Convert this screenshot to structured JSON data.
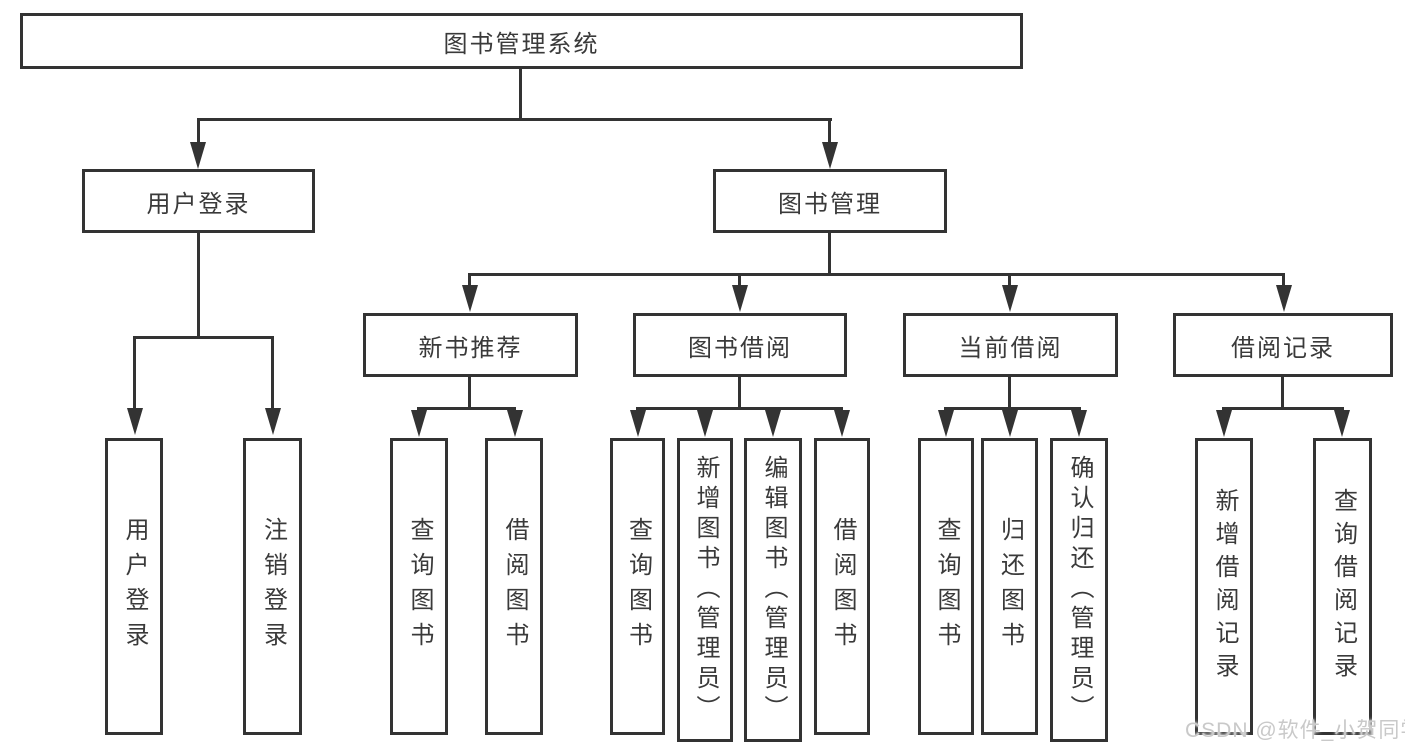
{
  "nodes": {
    "root": "图书管理系统",
    "l2": [
      "用户登录",
      "图书管理"
    ],
    "l3": [
      "新书推荐",
      "图书借阅",
      "当前借阅",
      "借阅记录"
    ],
    "leaves": [
      "用户登录",
      "注销登录",
      "查询图书",
      "借阅图书",
      "查询图书",
      "新增图书（管理员）",
      "编辑图书（管理员）",
      "借阅图书",
      "查询图书",
      "归还图书",
      "确认归还（管理员）",
      "新增借阅记录",
      "查询借阅记录"
    ]
  },
  "colors": {
    "line": "#333333",
    "text": "#3a3a3a",
    "watermark": "#c9c9c9"
  },
  "watermark": "CSDN @软件_小贺同学"
}
